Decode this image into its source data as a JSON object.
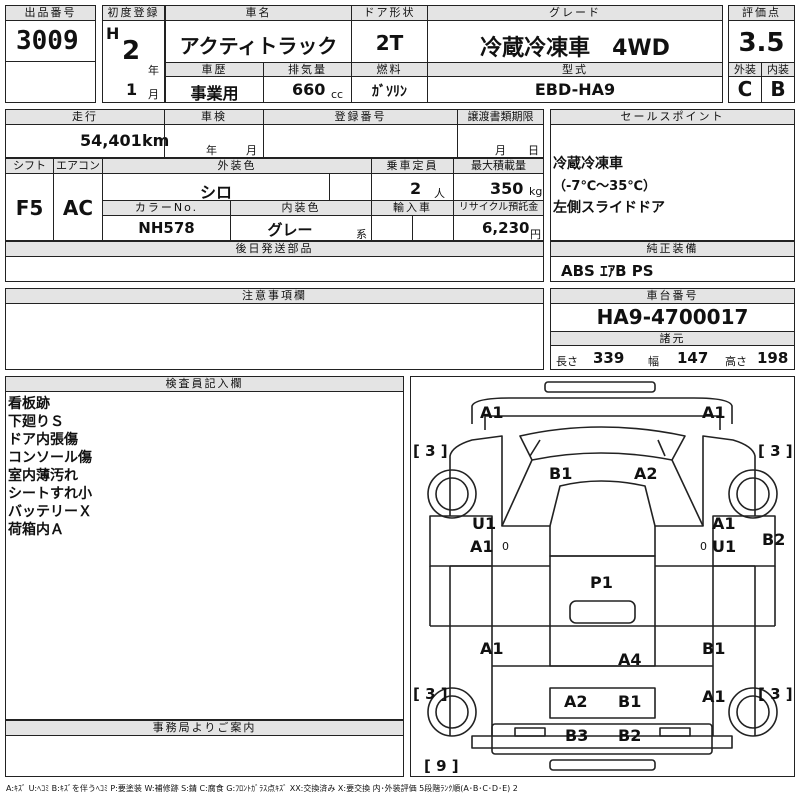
{
  "header": {
    "lot_label": "出品番号",
    "lot_value": "3009",
    "first_reg_label": "初度登録",
    "era": "H",
    "year": "2",
    "year_unit": "年",
    "month": "1",
    "month_unit": "月",
    "name_label": "車名",
    "name_value": "アクティトラック",
    "history_label": "車歴",
    "history_value": "事業用",
    "displacement_label": "排気量",
    "displacement_value": "660",
    "displacement_unit": "cc",
    "door_label": "ドア形状",
    "door_value": "2T",
    "fuel_label": "燃料",
    "fuel_value": "ｶﾞｿﾘﾝ",
    "grade_label": "グレード",
    "grade_value": "冷蔵冷凍車　4WD",
    "model_label": "型式",
    "model_value": "EBD-HA9",
    "score_label": "評価点",
    "score_value": "3.5",
    "exterior_label": "外装",
    "exterior_value": "C",
    "interior_label": "内装",
    "interior_value": "B"
  },
  "row2": {
    "mileage_label": "走行",
    "mileage_value": "54,401",
    "mileage_unit": "km",
    "inspection_label": "車検",
    "inspection_year_unit": "年",
    "inspection_month_unit": "月",
    "reg_no_label": "登録番号",
    "transfer_label": "譲渡書類期限",
    "transfer_month_unit": "月",
    "transfer_day_unit": "日",
    "sales_label": "セールスポイント",
    "sales_lines": [
      "冷蔵冷凍車",
      "（-7℃〜35℃）",
      "左側スライドドア"
    ]
  },
  "row3": {
    "shift_label": "シフト",
    "shift_value": "F5",
    "ac_label": "エアコン",
    "ac_value": "AC",
    "ext_color_label": "外装色",
    "ext_color_value": "シロ",
    "capacity_label": "乗車定員",
    "capacity_value": "2",
    "capacity_unit": "人",
    "load_label": "最大積載量",
    "load_value": "350",
    "load_unit": "kg",
    "color_no_label": "カラーNo.",
    "color_no_value": "NH578",
    "int_color_label": "内装色",
    "int_color_value": "グレー",
    "int_color_unit": "系",
    "import_label": "輸入車",
    "recycle_label": "リサイクル預託金",
    "recycle_value": "6,230",
    "recycle_unit": "円"
  },
  "row4": {
    "later_parts_label": "後日発送部品",
    "equipment_label": "純正装備",
    "equipment_value": "ABS ｴｱB PS"
  },
  "row5": {
    "notes_label": "注意事項欄",
    "chassis_label": "車台番号",
    "chassis_value": "HA9-4700017",
    "specs_label": "諸元",
    "length_label": "長さ",
    "length_value": "339",
    "width_label": "幅",
    "width_value": "147",
    "height_label": "高さ",
    "height_value": "198"
  },
  "inspector": {
    "label": "検査員記入欄",
    "lines": [
      "看板跡",
      "下廻りＳ",
      "ドア内張傷",
      "コンソール傷",
      "室内薄汚れ",
      "シートすれ小",
      "バッテリーＸ",
      "荷箱内Ａ"
    ]
  },
  "office": {
    "label": "事務局よりご案内"
  },
  "diagram": {
    "brackets": [
      "[ 3 ]",
      "[ 3 ]",
      "[ 3 ]",
      "[ 3 ]",
      "[ 9 ]"
    ],
    "marks": {
      "front_left": "A1",
      "front_right": "A1",
      "hood_left": "B1",
      "hood_right": "A2",
      "left_door_u": "U1",
      "left_door_a": "A1",
      "right_door_a": "A1",
      "right_door_u": "U1",
      "right_side": "B2",
      "bed": "P1",
      "rear_left": "A1",
      "rear_center": "A4",
      "rear_right_b": "B1",
      "rear_right_a": "A1",
      "tail_a": "A2",
      "tail_b": "B1",
      "bumper_b3": "B3",
      "bumper_b2": "B2",
      "pillar_left": "0",
      "pillar_right": "0"
    }
  },
  "legend": "A:ｷｽﾞ U:ﾍｺﾐ B:ｷｽﾞを伴うﾍｺﾐ P:要塗装 W:補修跡 S:錆 C:腐食 G:ﾌﾛﾝﾄｶﾞﾗｽ点ｷｽﾞ XX:交換済み X:要交換 内･外装評価 5段階ﾗﾝｸ順(A･B･C･D･E) 2"
}
